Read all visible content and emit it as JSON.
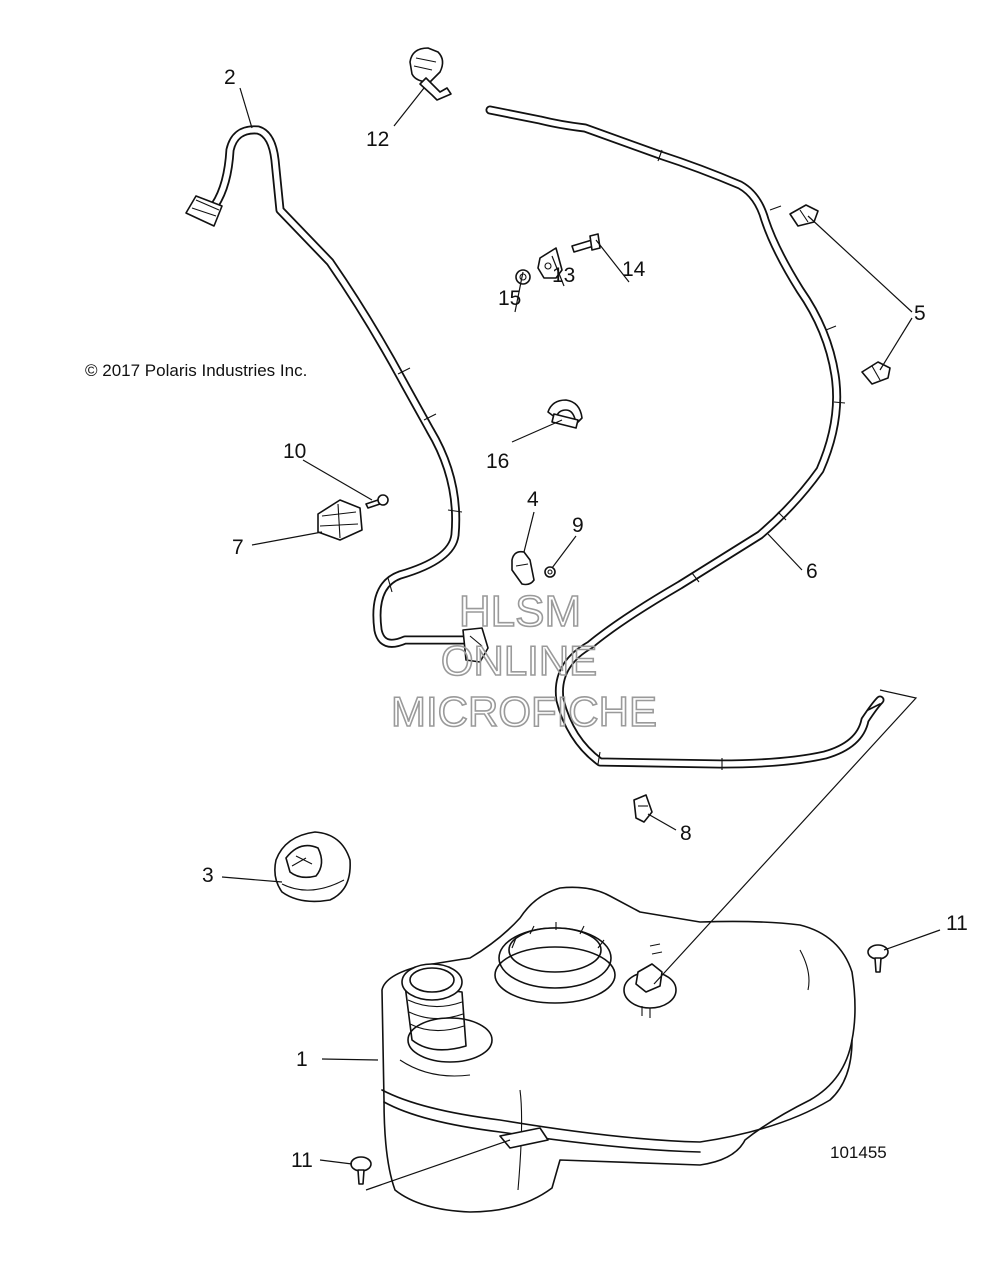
{
  "copyright": "© 2017 Polaris Industries Inc.",
  "drawing_number": "101455",
  "watermark": {
    "line1": "HLSM",
    "line2": "ONLINE",
    "line3": "MICROFICHE"
  },
  "callouts": {
    "c1": "1",
    "c2": "2",
    "c3": "3",
    "c4": "4",
    "c5": "5",
    "c6": "6",
    "c7": "7",
    "c8": "8",
    "c9": "9",
    "c10": "10",
    "c11a": "11",
    "c11b": "11",
    "c12": "12",
    "c13": "13",
    "c14": "14",
    "c15": "15",
    "c16": "16"
  }
}
